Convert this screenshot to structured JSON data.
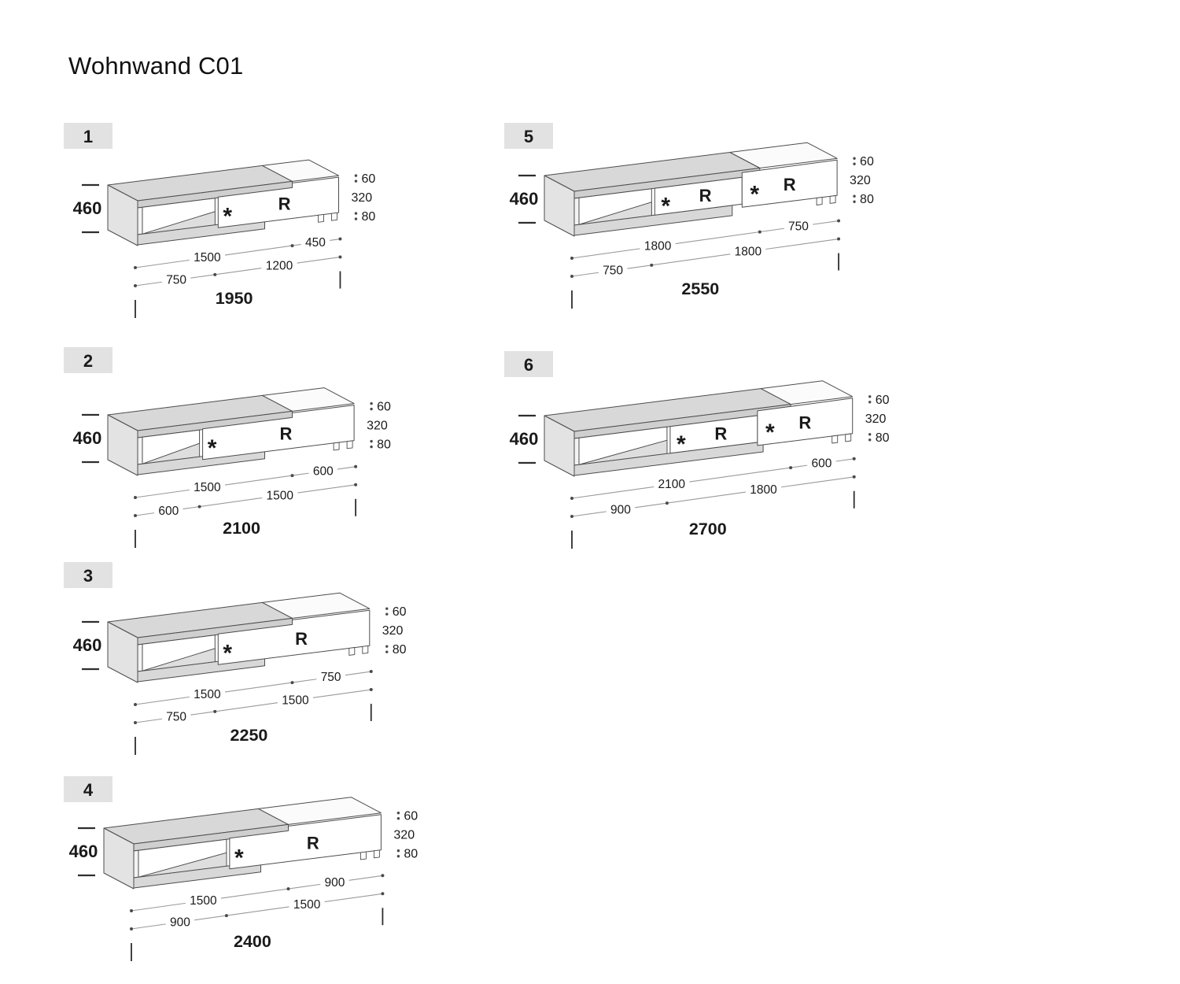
{
  "title": "Wohnwand C01",
  "unit_height_mm": "460",
  "modules": [
    {
      "badge": "1",
      "height_label": "460",
      "right_dims": [
        "60",
        "320",
        "80"
      ],
      "bottom_dims": {
        "open": "750",
        "body": "1500",
        "extension": "1200",
        "overhang": "450",
        "total": "1950"
      },
      "panels": [
        [
          "*",
          "R"
        ]
      ]
    },
    {
      "badge": "2",
      "height_label": "460",
      "right_dims": [
        "60",
        "320",
        "80"
      ],
      "bottom_dims": {
        "open": "600",
        "body": "1500",
        "extension": "1500",
        "overhang": "600",
        "total": "2100"
      },
      "panels": [
        [
          "*",
          "R"
        ]
      ]
    },
    {
      "badge": "3",
      "height_label": "460",
      "right_dims": [
        "60",
        "320",
        "80"
      ],
      "bottom_dims": {
        "open": "750",
        "body": "1500",
        "extension": "1500",
        "overhang": "750",
        "total": "2250"
      },
      "panels": [
        [
          "*",
          "R"
        ]
      ]
    },
    {
      "badge": "4",
      "height_label": "460",
      "right_dims": [
        "60",
        "320",
        "80"
      ],
      "bottom_dims": {
        "open": "900",
        "body": "1500",
        "extension": "1500",
        "overhang": "900",
        "total": "2400"
      },
      "panels": [
        [
          "*",
          "R"
        ]
      ]
    },
    {
      "badge": "5",
      "height_label": "460",
      "right_dims": [
        "60",
        "320",
        "80"
      ],
      "bottom_dims": {
        "open": "750",
        "body": "1800",
        "extension": "1800",
        "overhang": "750",
        "total": "2550"
      },
      "panels": [
        [
          "*",
          "R"
        ],
        [
          "*",
          "R"
        ]
      ]
    },
    {
      "badge": "6",
      "height_label": "460",
      "right_dims": [
        "60",
        "320",
        "80"
      ],
      "bottom_dims": {
        "open": "900",
        "body": "2100",
        "extension": "1800",
        "overhang": "600",
        "total": "2700"
      },
      "panels": [
        [
          "*",
          "R"
        ],
        [
          "*",
          "R"
        ]
      ]
    }
  ]
}
